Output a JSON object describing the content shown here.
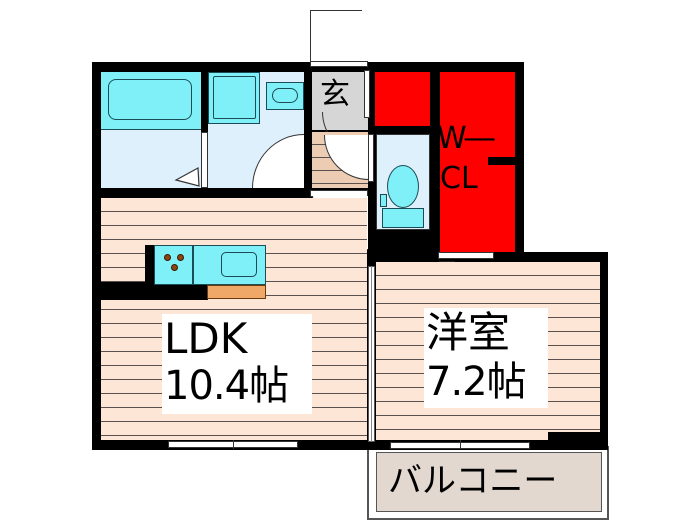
{
  "floorplan": {
    "rooms": {
      "ldk": {
        "name": "LDK",
        "size": "10.4帖"
      },
      "western_room": {
        "name": "洋室",
        "size": "7.2帖"
      },
      "walk_in_closet": {
        "line1": "W―",
        "line2": "CL"
      },
      "entrance": {
        "label": "玄"
      },
      "balcony": {
        "label": "バルコニー"
      }
    },
    "colors": {
      "wall": "#000000",
      "floor": "#fde6d6",
      "floor_lines": "#5a5050",
      "wet_area": "#def0fb",
      "fixtures": "#7ff0f7",
      "closet": "#ff0000",
      "entrance_floor": "#d6d6d6",
      "balcony": "#e2d8d0",
      "counter": "#f0a868",
      "burners": "#8b4513"
    }
  }
}
